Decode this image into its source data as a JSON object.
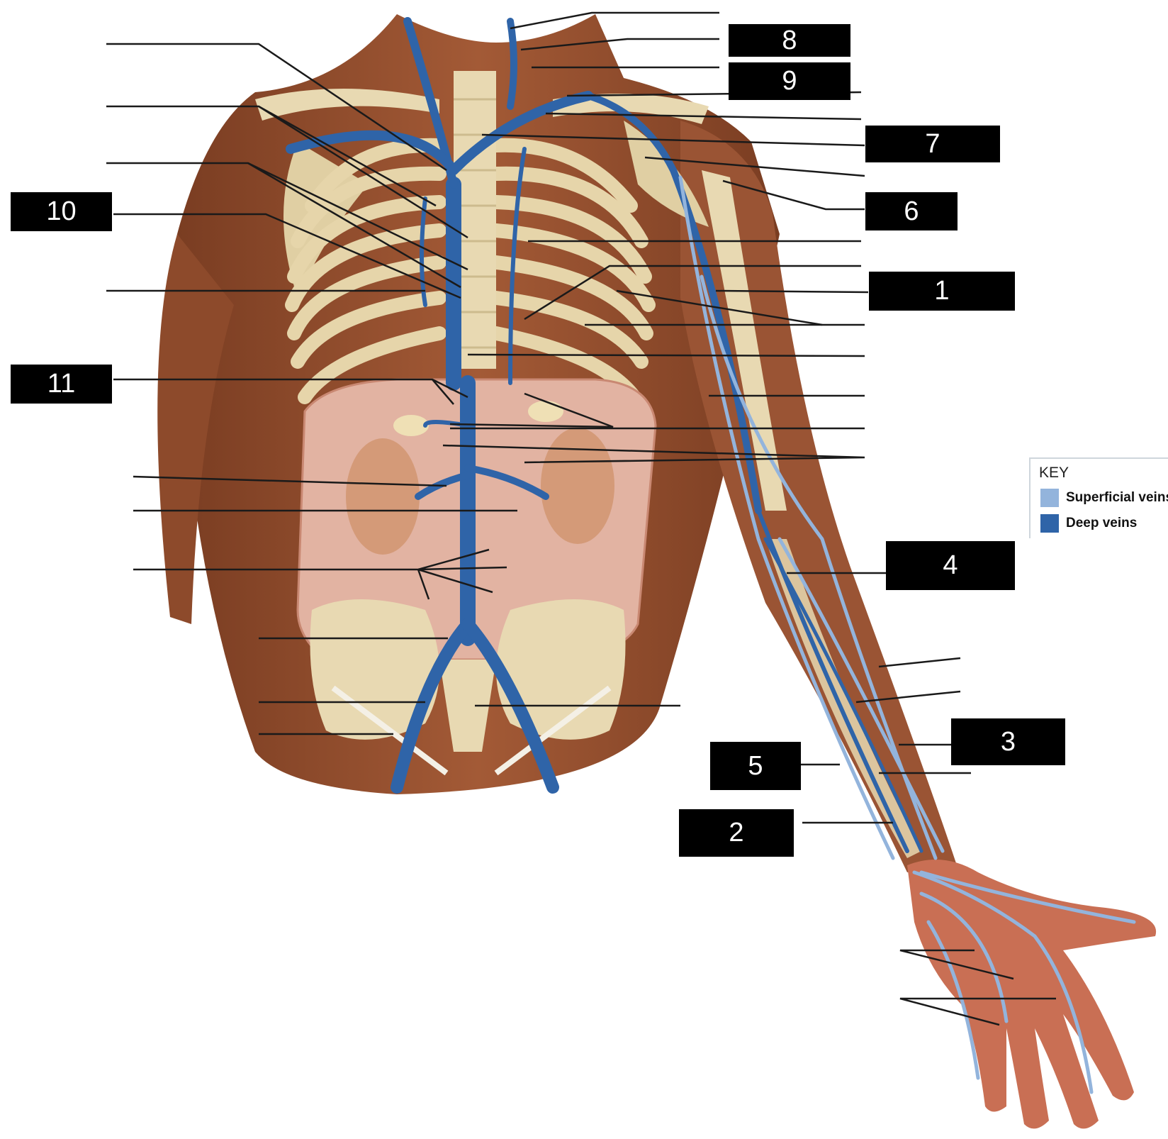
{
  "figure": {
    "title": "",
    "labels": [
      {
        "id": "label-8",
        "text": "8"
      },
      {
        "id": "label-9",
        "text": "9"
      },
      {
        "id": "label-7",
        "text": "7"
      },
      {
        "id": "label-6",
        "text": "6"
      },
      {
        "id": "label-1",
        "text": "1"
      },
      {
        "id": "label-10",
        "text": "10"
      },
      {
        "id": "label-11",
        "text": "11"
      },
      {
        "id": "label-4",
        "text": "4"
      },
      {
        "id": "label-3",
        "text": "3"
      },
      {
        "id": "label-5",
        "text": "5"
      },
      {
        "id": "label-2",
        "text": "2"
      }
    ]
  },
  "legend": {
    "title": "KEY",
    "items": [
      {
        "label": "Superficial veins",
        "color": "#93b4dc"
      },
      {
        "label": "Deep veins",
        "color": "#2f64a8"
      }
    ]
  },
  "colors": {
    "skin": "#8b4a2e",
    "bone": "#e8d9b2",
    "deep_vein": "#2f64a8",
    "superficial_vein": "#93b4dc",
    "kidney": "#d49a78",
    "abdominal_wall": "#e2b3a2",
    "label_box": "#000000",
    "leader_line": "#1a1a1a"
  }
}
